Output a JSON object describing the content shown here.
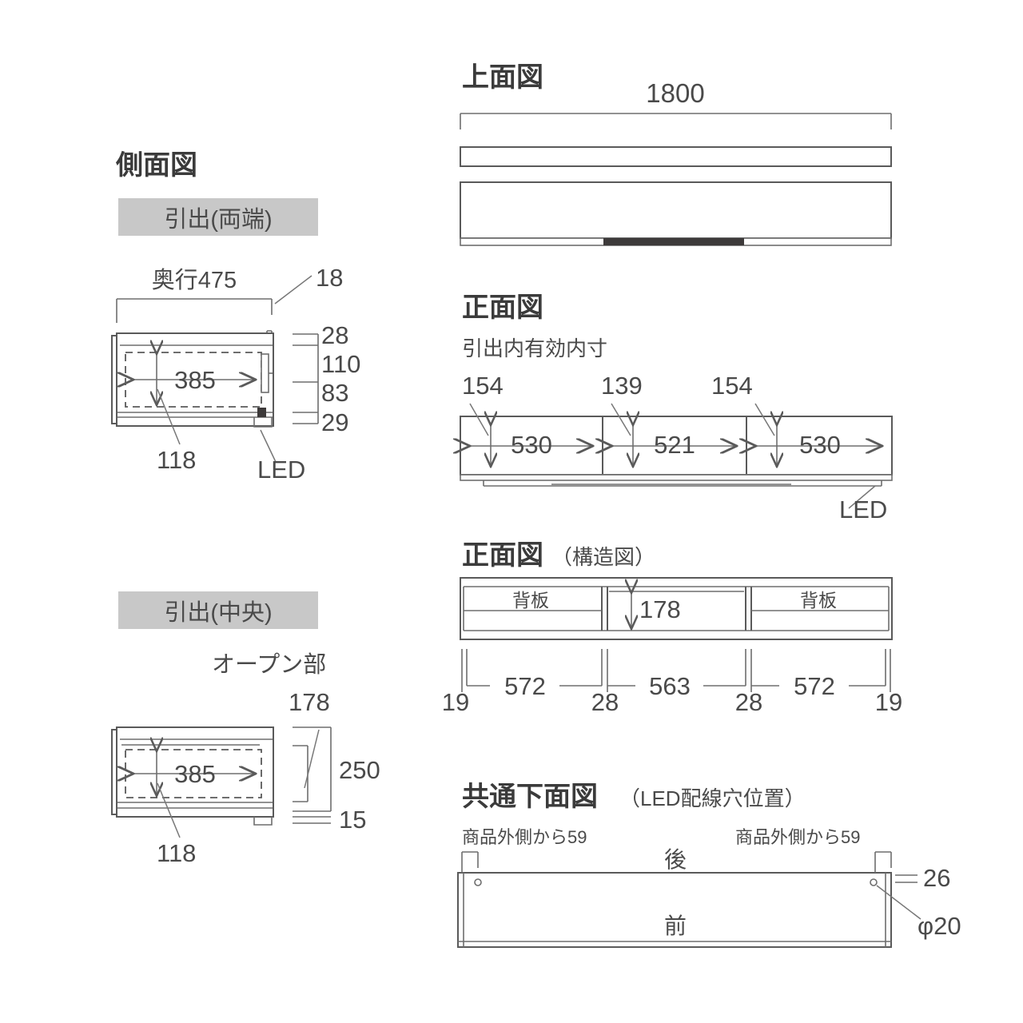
{
  "document": {
    "type": "furniture-technical-drawing",
    "language": "ja"
  },
  "side_view": {
    "title": "側面図",
    "drawer_ends": {
      "band_label": "引出(両端)",
      "depth_label": "奥行475",
      "top_thickness": "18",
      "right_ladder": [
        "28",
        "110",
        "83",
        "29"
      ],
      "inner_width": "385",
      "leader_118": "118",
      "led_label": "LED"
    },
    "drawer_center": {
      "band_label": "引出(中央)",
      "open_section_label": "オープン部",
      "open_height": "178",
      "total_height": "250",
      "foot_height": "15",
      "inner_width": "385",
      "leader_118": "118"
    }
  },
  "top_view": {
    "title": "上面図",
    "width_dim": "1800"
  },
  "front_view": {
    "title": "正面図",
    "subtitle": "引出内有効内寸",
    "heights": [
      "154",
      "139",
      "154"
    ],
    "widths": [
      "530",
      "521",
      "530"
    ],
    "led_label": "LED"
  },
  "front_structure_view": {
    "title": "正面図",
    "title_suffix": "（構造図）",
    "back_panel_left": "背板",
    "back_panel_right": "背板",
    "center_height": "178",
    "bottom_dims": [
      "19",
      "572",
      "28",
      "563",
      "28",
      "572",
      "19"
    ]
  },
  "bottom_view": {
    "title": "共通下面図",
    "title_suffix": "（LED配線穴位置）",
    "note_left": "商品外側から59",
    "note_right": "商品外側から59",
    "rear_label": "後",
    "front_label": "前",
    "offset_26": "26",
    "hole_diameter": "φ20"
  },
  "colors": {
    "line": "#5a5a5a",
    "line_light": "#8a8a8a",
    "band_bg": "#c8c8c8",
    "text": "#4a4a4a",
    "dark_fill": "#3d3a3a"
  }
}
